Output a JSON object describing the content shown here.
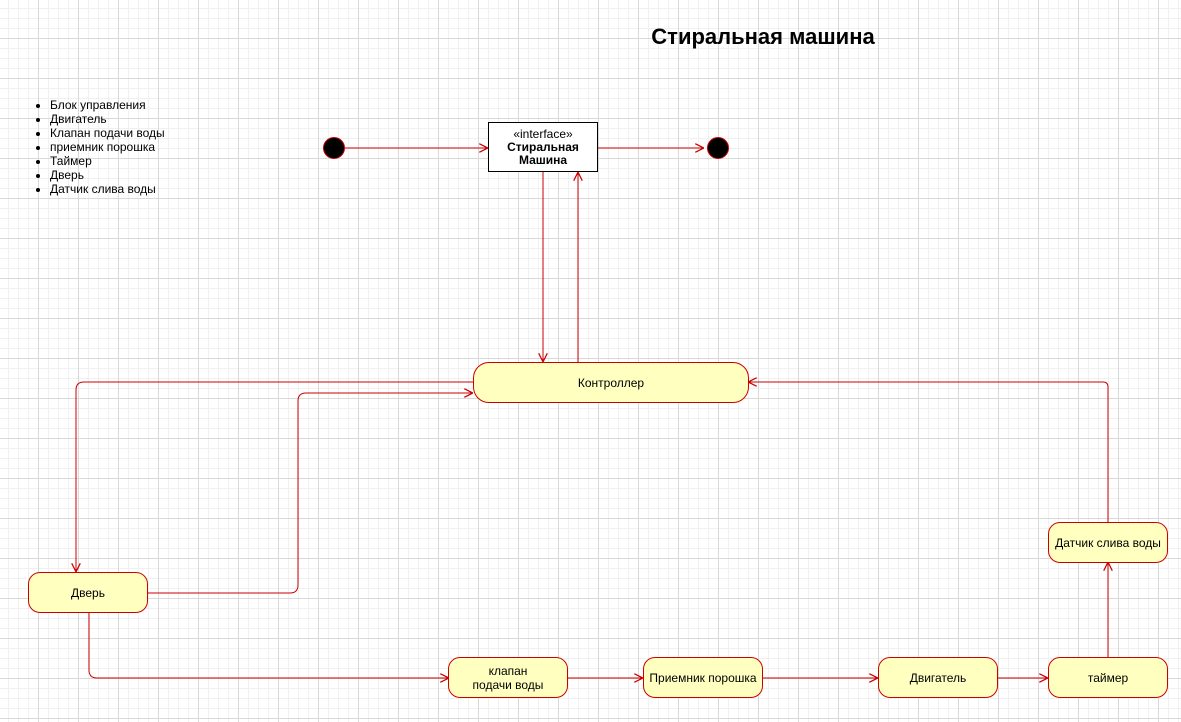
{
  "title": "Стиральная машина",
  "legend": {
    "items": [
      "Блок управления",
      "Двигатель",
      "Клапан подачи воды",
      "приемник порошка",
      "Таймер",
      "Дверь",
      "Датчик слива воды"
    ]
  },
  "interface": {
    "stereotype": "«interface»",
    "name": "Стиральная Машина"
  },
  "states": {
    "controller": "Контроллер",
    "door": "Дверь",
    "valve": "клапан подачи воды",
    "powder": "Приемник порошка",
    "engine": "Двигатель",
    "timer": "таймер",
    "drain": "Датчик слива воды"
  },
  "colors": {
    "edge": "#cc0000",
    "state_fill": "#ffffc0",
    "pseudo_fill": "#000000"
  }
}
